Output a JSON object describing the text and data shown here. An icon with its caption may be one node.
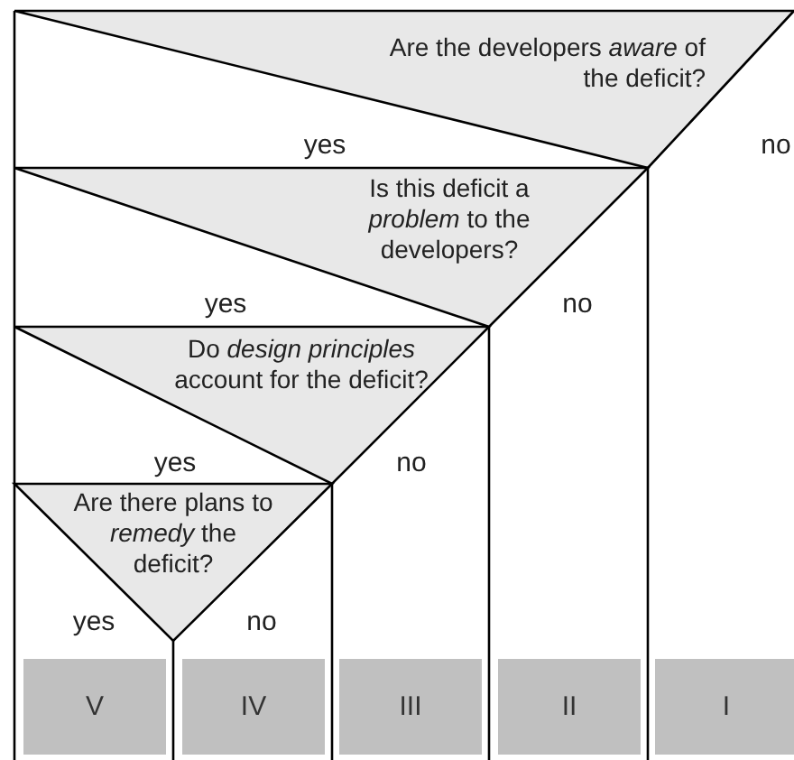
{
  "diagram": {
    "nodes": [
      {
        "text": [
          "Are the developers *aware* of the deficit?"
        ],
        "beside": [
          "yes",
          "no"
        ]
      },
      {
        "text": [
          "Is this deficit a *problem* to the developers?"
        ],
        "beside": [
          "yes",
          "no"
        ]
      },
      {
        "text": [
          "Do *design principles* account for the deficit?"
        ],
        "beside": [
          "yes",
          "no"
        ]
      },
      {
        "text": [
          "Are there plans to *remedy* the deficit?"
        ],
        "beside": [
          "yes",
          "no"
        ]
      },
      {
        "text": [
          "V"
        ]
      },
      {
        "text": [
          "IV"
        ]
      },
      {
        "text": [
          "III"
        ]
      },
      {
        "text": [
          "II"
        ]
      },
      {
        "text": [
          "I"
        ]
      }
    ]
  }
}
